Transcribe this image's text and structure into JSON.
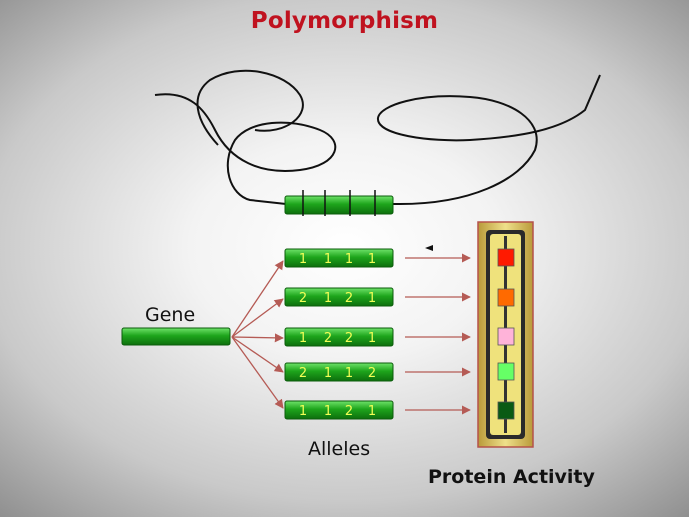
{
  "title": "Polymorphism",
  "gene_label": "Gene",
  "alleles_label": "Alleles",
  "protein_label": "Protein Activity",
  "alleles": [
    [
      "1",
      "1",
      "1",
      "1"
    ],
    [
      "2",
      "1",
      "2",
      "1"
    ],
    [
      "1",
      "2",
      "2",
      "1"
    ],
    [
      "2",
      "1",
      "1",
      "2"
    ],
    [
      "1",
      "1",
      "2",
      "1"
    ]
  ],
  "protein_colors": [
    "#ff1a00",
    "#ff6a00",
    "#ffb3d9",
    "#66ff66",
    "#0a5a14"
  ],
  "colors": {
    "title": "#c0121f",
    "segment_green": "#22a51f",
    "allele_digits": "#f2ff55",
    "arrow": "#b55b55",
    "panel_gold": "#dcc56a"
  }
}
